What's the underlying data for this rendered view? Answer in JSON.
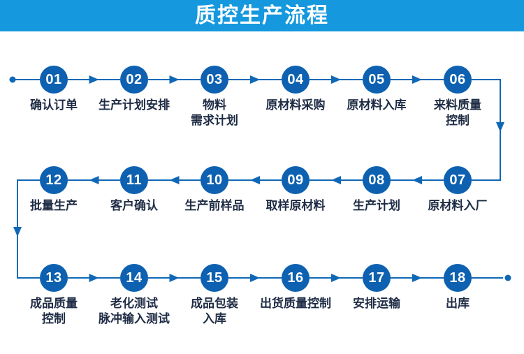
{
  "header": {
    "title": "质控生产流程"
  },
  "colors": {
    "header_bg": "#1598dd",
    "circle_fill": "#0d61b0",
    "connector_line": "#0f68b6",
    "label_text": "#1f2c45",
    "number_text": "#ffffff"
  },
  "flow": {
    "rows": [
      {
        "arrow_direction": "right",
        "nodes": [
          {
            "num": "01",
            "label": [
              "确认订单"
            ]
          },
          {
            "num": "02",
            "label": [
              "生产计划安排"
            ]
          },
          {
            "num": "03",
            "label": [
              "物料",
              "需求计划"
            ]
          },
          {
            "num": "04",
            "label": [
              "原材料采购"
            ]
          },
          {
            "num": "05",
            "label": [
              "原材料入库"
            ]
          },
          {
            "num": "06",
            "label": [
              "来料质量",
              "控制"
            ]
          }
        ]
      },
      {
        "arrow_direction": "left",
        "nodes": [
          {
            "num": "07",
            "label": [
              "原材料入厂"
            ]
          },
          {
            "num": "08",
            "label": [
              "生产计划"
            ]
          },
          {
            "num": "09",
            "label": [
              "取样原材料"
            ]
          },
          {
            "num": "10",
            "label": [
              "生产前样品"
            ]
          },
          {
            "num": "11",
            "label": [
              "客户确认"
            ]
          },
          {
            "num": "12",
            "label": [
              "批量生产"
            ]
          }
        ]
      },
      {
        "arrow_direction": "right",
        "nodes": [
          {
            "num": "13",
            "label": [
              "成品质量",
              "控制"
            ]
          },
          {
            "num": "14",
            "label": [
              "老化测试",
              "脉冲输入测试"
            ]
          },
          {
            "num": "15",
            "label": [
              "成品包装",
              "入库"
            ]
          },
          {
            "num": "16",
            "label": [
              "出货质量控制"
            ]
          },
          {
            "num": "17",
            "label": [
              "安排运输"
            ]
          },
          {
            "num": "18",
            "label": [
              "出库"
            ]
          }
        ]
      }
    ],
    "start_marker": "dot",
    "end_marker": "dot"
  }
}
